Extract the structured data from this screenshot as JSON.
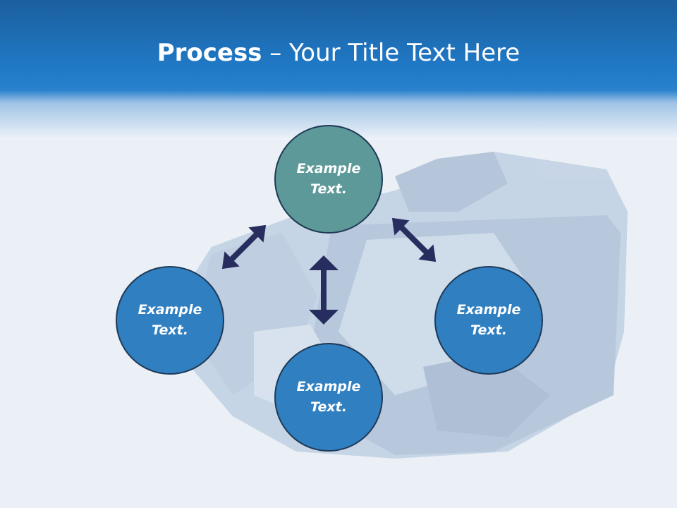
{
  "slide": {
    "title_bold": "Process",
    "title_rest": " – Your Title Text Here"
  },
  "nodes": [
    {
      "id": "top",
      "line1": "Example",
      "line2": "Text."
    },
    {
      "id": "left",
      "line1": "Example",
      "line2": "Text."
    },
    {
      "id": "bottom",
      "line1": "Example",
      "line2": "Text."
    },
    {
      "id": "right",
      "line1": "Example",
      "line2": "Text."
    }
  ],
  "colors": {
    "header_blue": "#1e73bf",
    "node_blue": "#2f7fc1",
    "node_teal": "#5e9999",
    "arrow": "#272d5e"
  }
}
